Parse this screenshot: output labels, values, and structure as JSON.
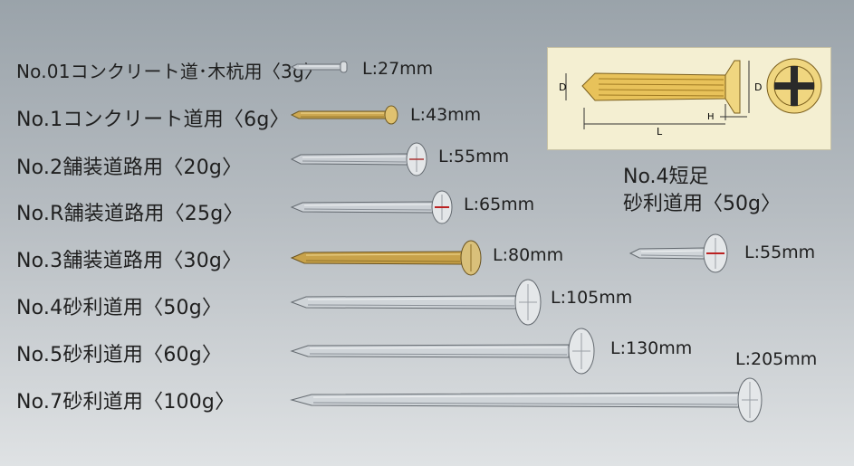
{
  "nails": [
    {
      "label": "No.01コンクリート道･木杭用〈3g〉",
      "length": "L:27mm",
      "finish": "silver"
    },
    {
      "label": "No.1コンクリート道用〈6g〉",
      "length": "L:43mm",
      "finish": "gold"
    },
    {
      "label": "No.2舗装道路用〈20g〉",
      "length": "L:55mm",
      "finish": "silver"
    },
    {
      "label": "No.R舗装道路用〈25g〉",
      "length": "L:65mm",
      "finish": "silver"
    },
    {
      "label": "No.3舗装道路用〈30g〉",
      "length": "L:80mm",
      "finish": "gold"
    },
    {
      "label": "No.4砂利道用〈50g〉",
      "length": "L:105mm",
      "finish": "silver"
    },
    {
      "label": "No.5砂利道用〈60g〉",
      "length": "L:130mm",
      "finish": "silver"
    },
    {
      "label": "No.7砂利道用〈100g〉",
      "length": "L:205mm",
      "finish": "silver"
    }
  ],
  "short_nail": {
    "title_line1": "No.4短足",
    "title_line2": "砂利道用〈50g〉",
    "length": "L:55mm"
  },
  "diagram": {
    "label_d_left": "D",
    "label_d_right": "D",
    "label_l": "L",
    "label_h": "H"
  },
  "colors": {
    "silver": "#c9ced3",
    "gold": "#c9a447",
    "diagram_bg": "#f4efd2"
  }
}
